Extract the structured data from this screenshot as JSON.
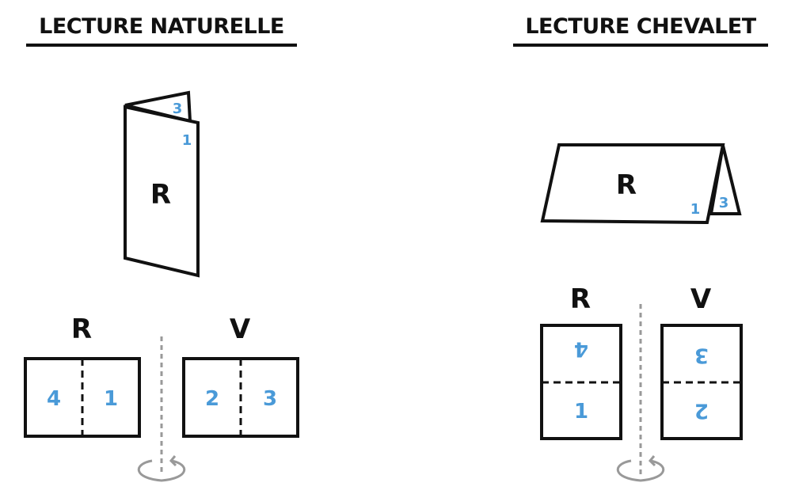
{
  "colors": {
    "ink": "#111111",
    "accent": "#4a9ad8",
    "axis": "#999999"
  },
  "left": {
    "title": "LECTURE NATURELLE",
    "folded_face_label": "R",
    "folded_front_page": "1",
    "folded_back_page": "3",
    "recto_label": "R",
    "verso_label": "V",
    "recto_pages": [
      "4",
      "1"
    ],
    "verso_pages": [
      "2",
      "3"
    ]
  },
  "right": {
    "title": "LECTURE CHEVALET",
    "folded_face_label": "R",
    "folded_front_page": "1",
    "folded_back_page": "3",
    "recto_label": "R",
    "verso_label": "V",
    "recto_pages": [
      "4",
      "1"
    ],
    "verso_pages": [
      "3",
      "2"
    ]
  }
}
